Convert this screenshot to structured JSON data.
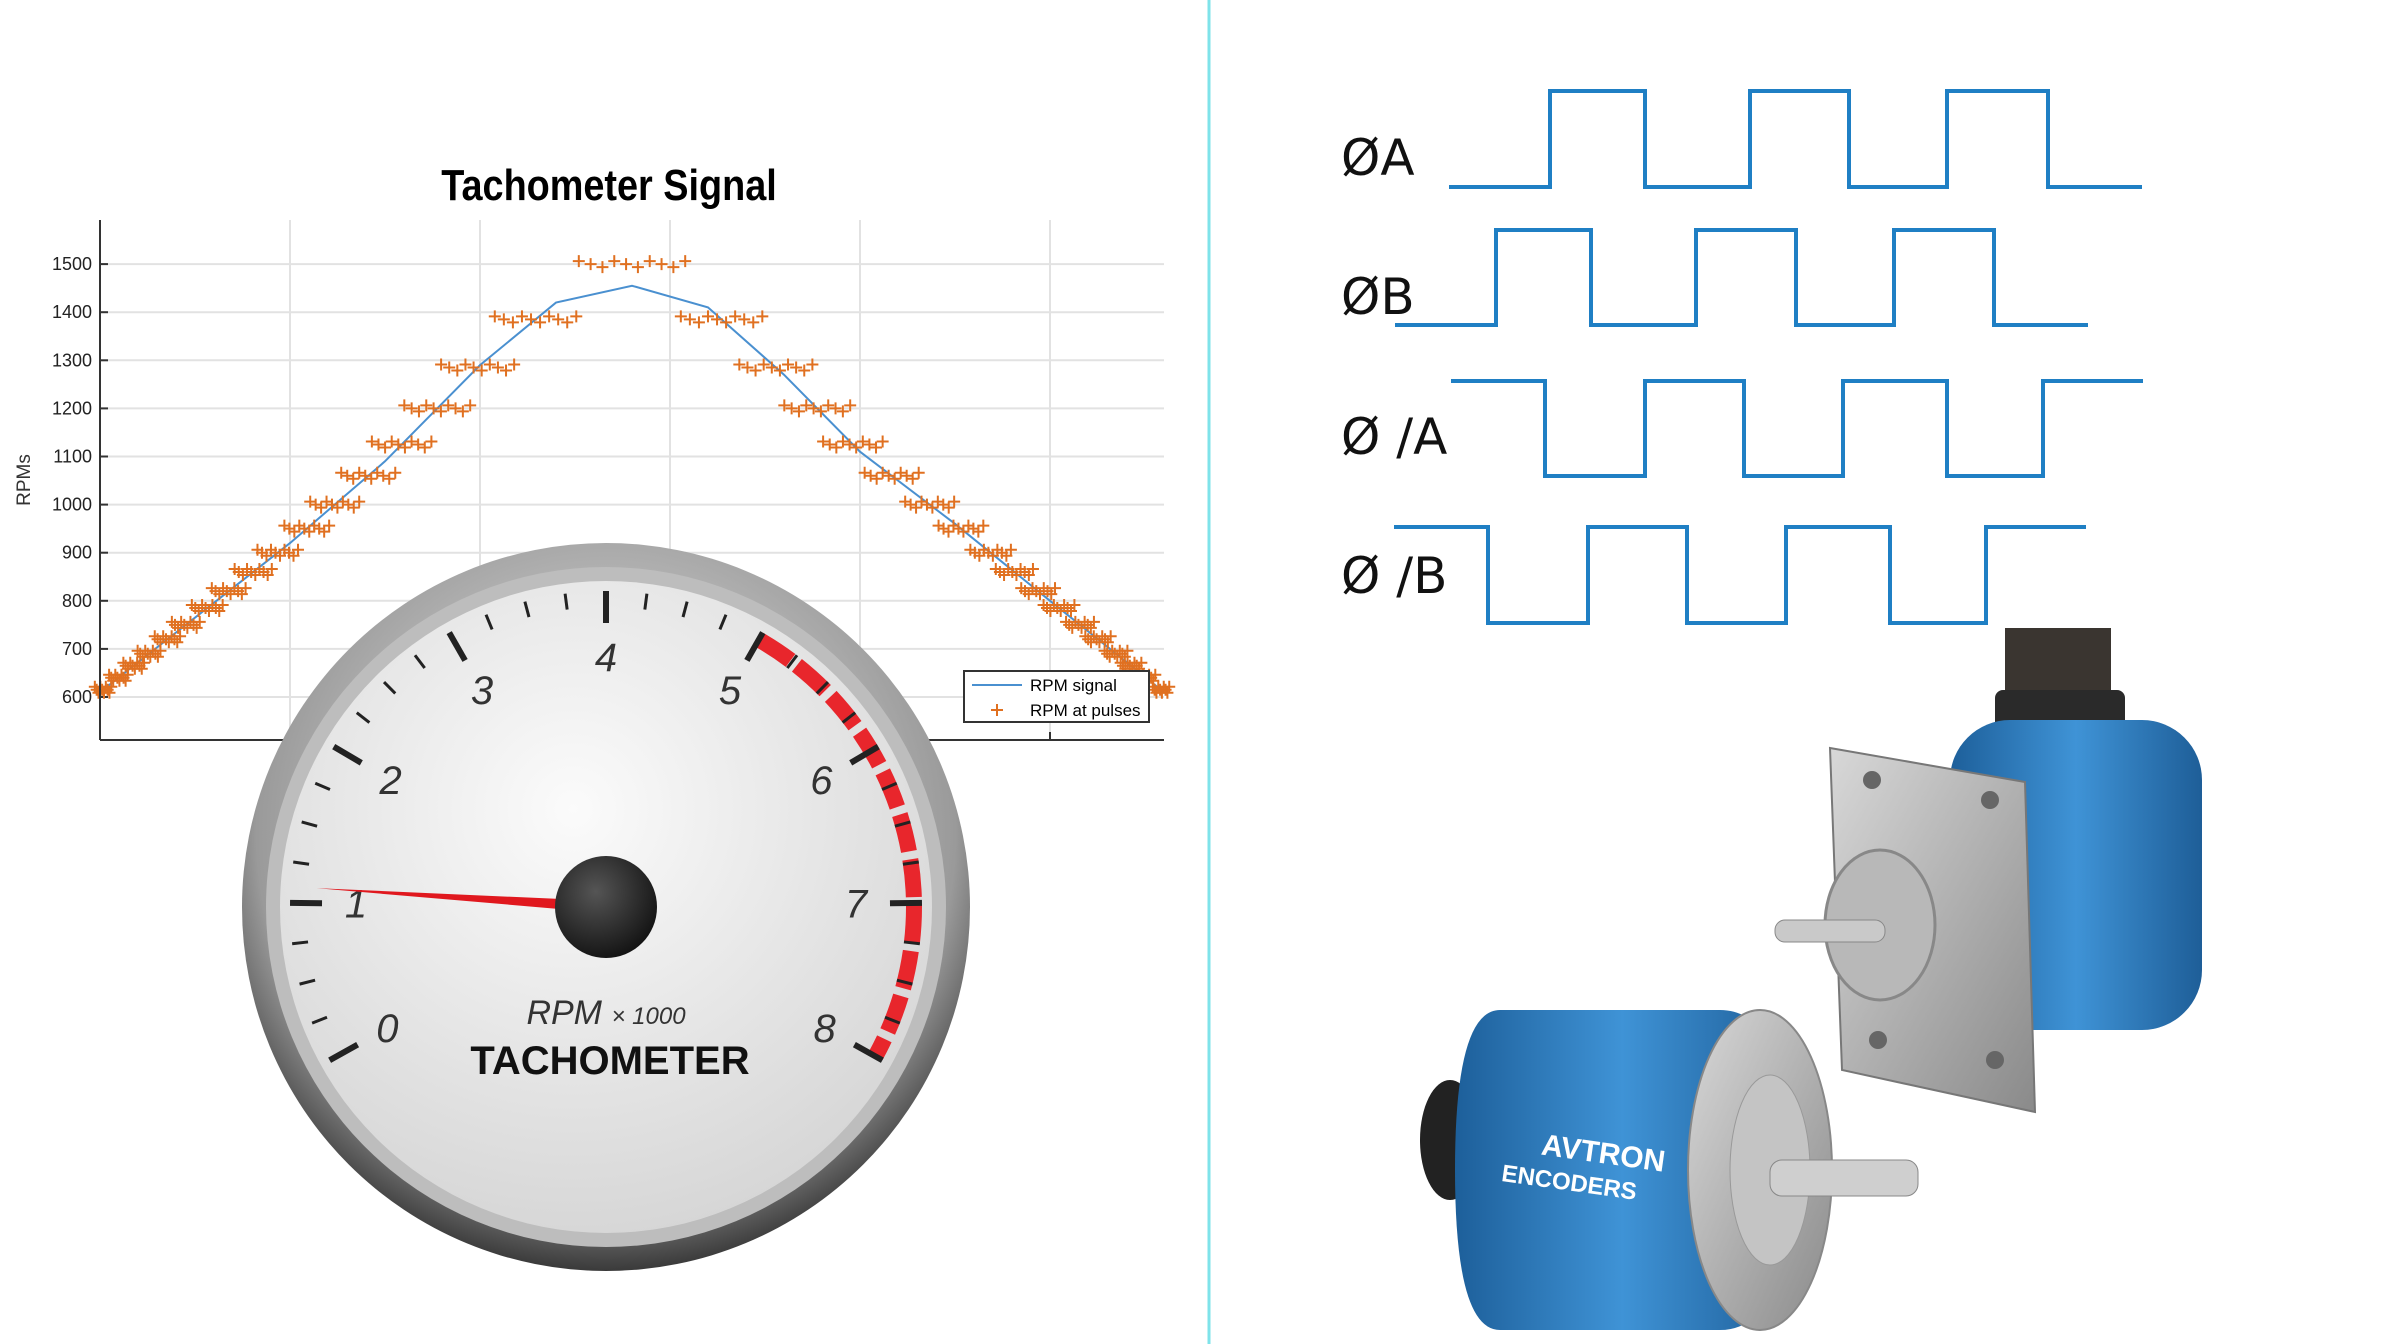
{
  "colors": {
    "divider": "#7fe3ea",
    "signal_line": "#4a90d0",
    "pulse_marker": "#e07020",
    "waveform": "#1f7fc4",
    "redline": "#e8262c",
    "needle": "#e0181e",
    "encoder_blue": "#3a86c6"
  },
  "chart_data": {
    "type": "line+scatter",
    "title": "Tachometer Signal",
    "ylabel": "RPMs",
    "xlabel": "",
    "ylim": [
      560,
      1590
    ],
    "xlim": [
      0,
      5.6
    ],
    "yticks": [
      600,
      700,
      800,
      900,
      1000,
      1100,
      1200,
      1300,
      1400,
      1500
    ],
    "xgrid": [
      1,
      2,
      3,
      4,
      5
    ],
    "grid": true,
    "legend_position": "bottom-right",
    "legend": [
      "RPM signal",
      "RPM at pulses"
    ],
    "signal": [
      [
        0,
        610
      ],
      [
        1,
        920
      ],
      [
        1.5,
        1090
      ],
      [
        2,
        1290
      ],
      [
        2.4,
        1420
      ],
      [
        2.8,
        1455
      ],
      [
        3.2,
        1410
      ],
      [
        3.6,
        1270
      ],
      [
        4,
        1110
      ],
      [
        4.5,
        960
      ],
      [
        5,
        800
      ],
      [
        5.6,
        610
      ]
    ],
    "pulse_levels": [
      615,
      640,
      665,
      690,
      720,
      750,
      785,
      820,
      860,
      900,
      950,
      1000,
      1060,
      1125,
      1200,
      1285,
      1385,
      1500
    ]
  },
  "gauge": {
    "labels": [
      "0",
      "1",
      "2",
      "3",
      "4",
      "5",
      "6",
      "7",
      "8"
    ],
    "unit_text": "RPM",
    "multiplier_text": "× 1000",
    "name": "TACHOMETER",
    "value": 1.1,
    "min": 0,
    "max": 8,
    "redline_start": 5
  },
  "encoder_signals": [
    {
      "label": "ØA"
    },
    {
      "label": "ØB"
    },
    {
      "label": "Ø /A"
    },
    {
      "label": "Ø /B"
    }
  ],
  "logo": {
    "line1": "AVTRON",
    "line2": "ENCODERS"
  }
}
